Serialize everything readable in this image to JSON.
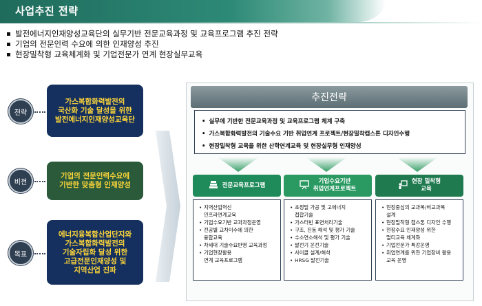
{
  "title": "사업추진 전략",
  "bullets": [
    "발전에너지인재양성교육단의 실무기반 전문교육과정 및 교육프로그램 추진 전략",
    "기업의 전문인력 수요에 의한 인재양성 추진",
    "현장밀착형 교육체계화 및 기업전문가 연계 현장실무교육"
  ],
  "left": {
    "strategy": {
      "circle": "전략",
      "lines": [
        "가스복합화력발전의",
        "국산화 기술 달성을 위한",
        "발전에너지인재양성교육단"
      ]
    },
    "vision": {
      "circle": "비전",
      "lines": [
        "기업의 전문인력수요에",
        "기반한 맞춤형 인재양성"
      ]
    },
    "goal": {
      "circle": "목표",
      "lines": [
        "에너지융복합산업단지와",
        "가스복합화력발전의",
        "기술자립화 달성 위한",
        "고급전문인재양성 및",
        "지역산업 진파"
      ]
    }
  },
  "panel": {
    "title": "추진전략",
    "strategies": [
      "실무에 기반한 전문교육과정 및 교육프로그램 체계 구축",
      "가스복합화력발전의 기술수요 기반 취업연계 프로젝트/현장밀착캡스톤 디자인수행",
      "현장밀착형 교육을 위한 산학연계교육 및 현장실무형 인재양성"
    ],
    "columns": [
      {
        "title": "전문교육프로그램",
        "icon": "book-stack-icon",
        "items": [
          {
            "text": "지역산업혁신",
            "bullet": true
          },
          {
            "text": "인프라연계교육",
            "bullet": false
          },
          {
            "text": "기업수요기반 교과과정운영",
            "bullet": true
          },
          {
            "text": "전공별 교차이수에 의한",
            "bullet": true
          },
          {
            "text": "융합교육",
            "bullet": false
          },
          {
            "text": "차세대 기술수요반영 교육과정",
            "bullet": true
          },
          {
            "text": "기업현장활용",
            "bullet": true
          },
          {
            "text": "연계 교육프로그램",
            "bullet": false
          }
        ]
      },
      {
        "title_lines": [
          "기업수요기반",
          "취업연계프로젝트"
        ],
        "icon": "presentation-board-icon",
        "items": [
          {
            "text": "초정밀 가공 및 고에너지",
            "bullet": true
          },
          {
            "text": "접합기술",
            "bullet": false
          },
          {
            "text": "가스터빈 표면처리기술",
            "bullet": true
          },
          {
            "text": "구조, 진동 해석 및 평가 기술",
            "bullet": true
          },
          {
            "text": "수소연소해석 및 평가 기술",
            "bullet": true
          },
          {
            "text": "발전기 운전기술",
            "bullet": true
          },
          {
            "text": "사이클 설계/해석",
            "bullet": true
          },
          {
            "text": "HRSG 발전기술",
            "bullet": true
          }
        ]
      },
      {
        "title_lines": [
          "현장 밀착형",
          "교육"
        ],
        "icon": "teacher-board-icon",
        "items": [
          {
            "text": "현장중심의 교과목/비교과목",
            "bullet": true
          },
          {
            "text": "설계",
            "bullet": false
          },
          {
            "text": "현장밀착형 캡스톤 디자인 수행",
            "bullet": true
          },
          {
            "text": "현장수요 인재양성 위한",
            "bullet": true
          },
          {
            "text": "멀티교육 체계화",
            "bullet": false
          },
          {
            "text": "기업전문가 특강운영",
            "bullet": true
          },
          {
            "text": "취업연계를 위한 기업장비 활용",
            "bullet": true
          },
          {
            "text": "교육 운영",
            "bullet": false
          }
        ]
      }
    ]
  },
  "colors": {
    "navy": "#15305e",
    "dark_green": "#2a5a3a",
    "accent_yellow": "#ffd73a",
    "column_green": "#1f8a5a",
    "header_teal": "#1f6b5c"
  }
}
